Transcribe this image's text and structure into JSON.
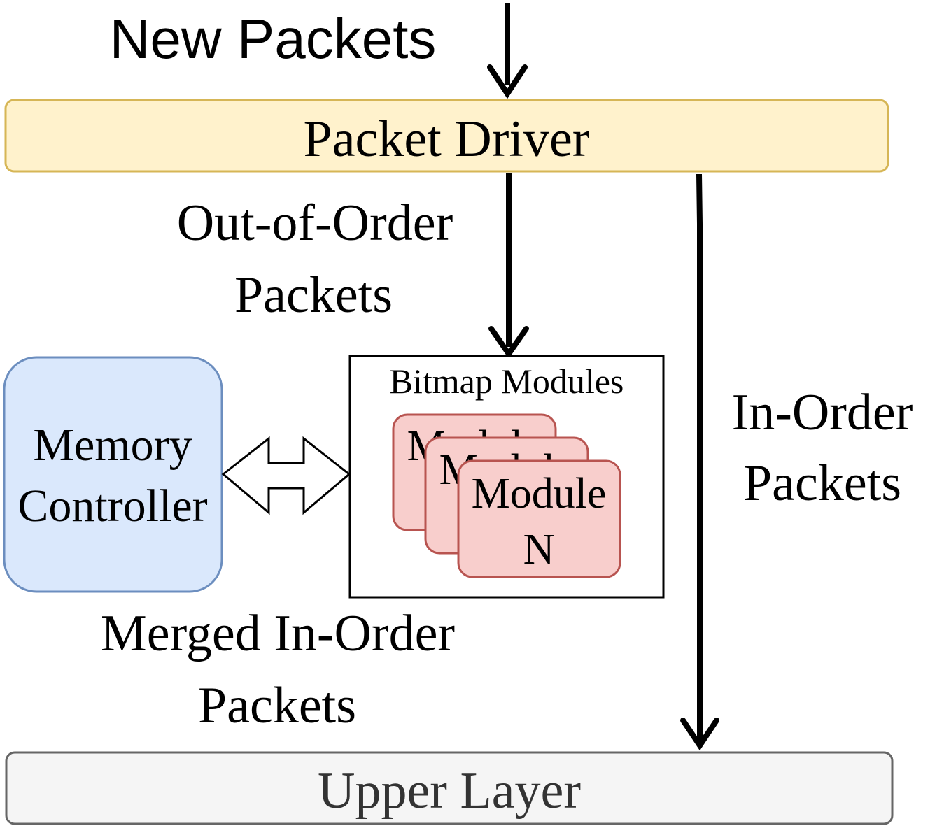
{
  "labels": {
    "new_packets": "New Packets",
    "packet_driver": "Packet Driver",
    "out_of_order_line1": "Out-of-Order",
    "out_of_order_line2": "Packets",
    "in_order_line1": "In-Order",
    "in_order_line2": "Packets",
    "memory_controller_line1": "Memory",
    "memory_controller_line2": "Controller",
    "bitmap_modules_title": "Bitmap Modules",
    "module_back_1": "Module",
    "module_back_2": "Module",
    "module_front_line1": "Module",
    "module_front_line2": "N",
    "merged_line1": "Merged In-Order",
    "merged_line2": "Packets",
    "upper_layer": "Upper Layer"
  },
  "colors": {
    "packet_driver_fill": "#fff2cc",
    "packet_driver_stroke": "#d6b656",
    "memory_controller_fill": "#dae8fc",
    "memory_controller_stroke": "#6c8ebf",
    "module_fill": "#f8cecc",
    "module_stroke": "#b85450",
    "upper_layer_fill": "#f5f5f5",
    "upper_layer_stroke": "#666666",
    "upper_layer_text": "#333333"
  }
}
